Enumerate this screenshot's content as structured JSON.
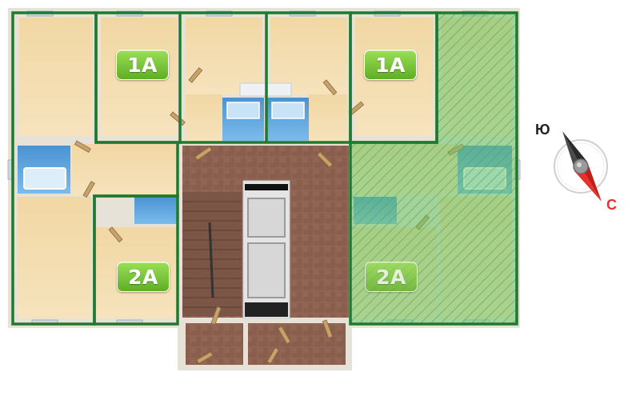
{
  "labels": [
    {
      "id": "unit-1a-left",
      "text": "1A",
      "highlighted": false
    },
    {
      "id": "unit-1a-right",
      "text": "1A",
      "highlighted": false
    },
    {
      "id": "unit-2a-left",
      "text": "2A",
      "highlighted": false
    },
    {
      "id": "unit-2a-right",
      "text": "2A",
      "highlighted": true
    }
  ],
  "compass": {
    "top_letter": "Ю",
    "bottom_letter": "С",
    "top_color": "#222222",
    "bottom_color": "#e8312a"
  },
  "colors": {
    "outline": "#1f7a2e",
    "highlight_fill": "#6cc46a",
    "badge": "#6fc132",
    "wall": "#e9e4da",
    "room_floor": "#f3dcae",
    "bath_floor": "#5fa7e0",
    "hall_tile": "#8a5f4a"
  }
}
